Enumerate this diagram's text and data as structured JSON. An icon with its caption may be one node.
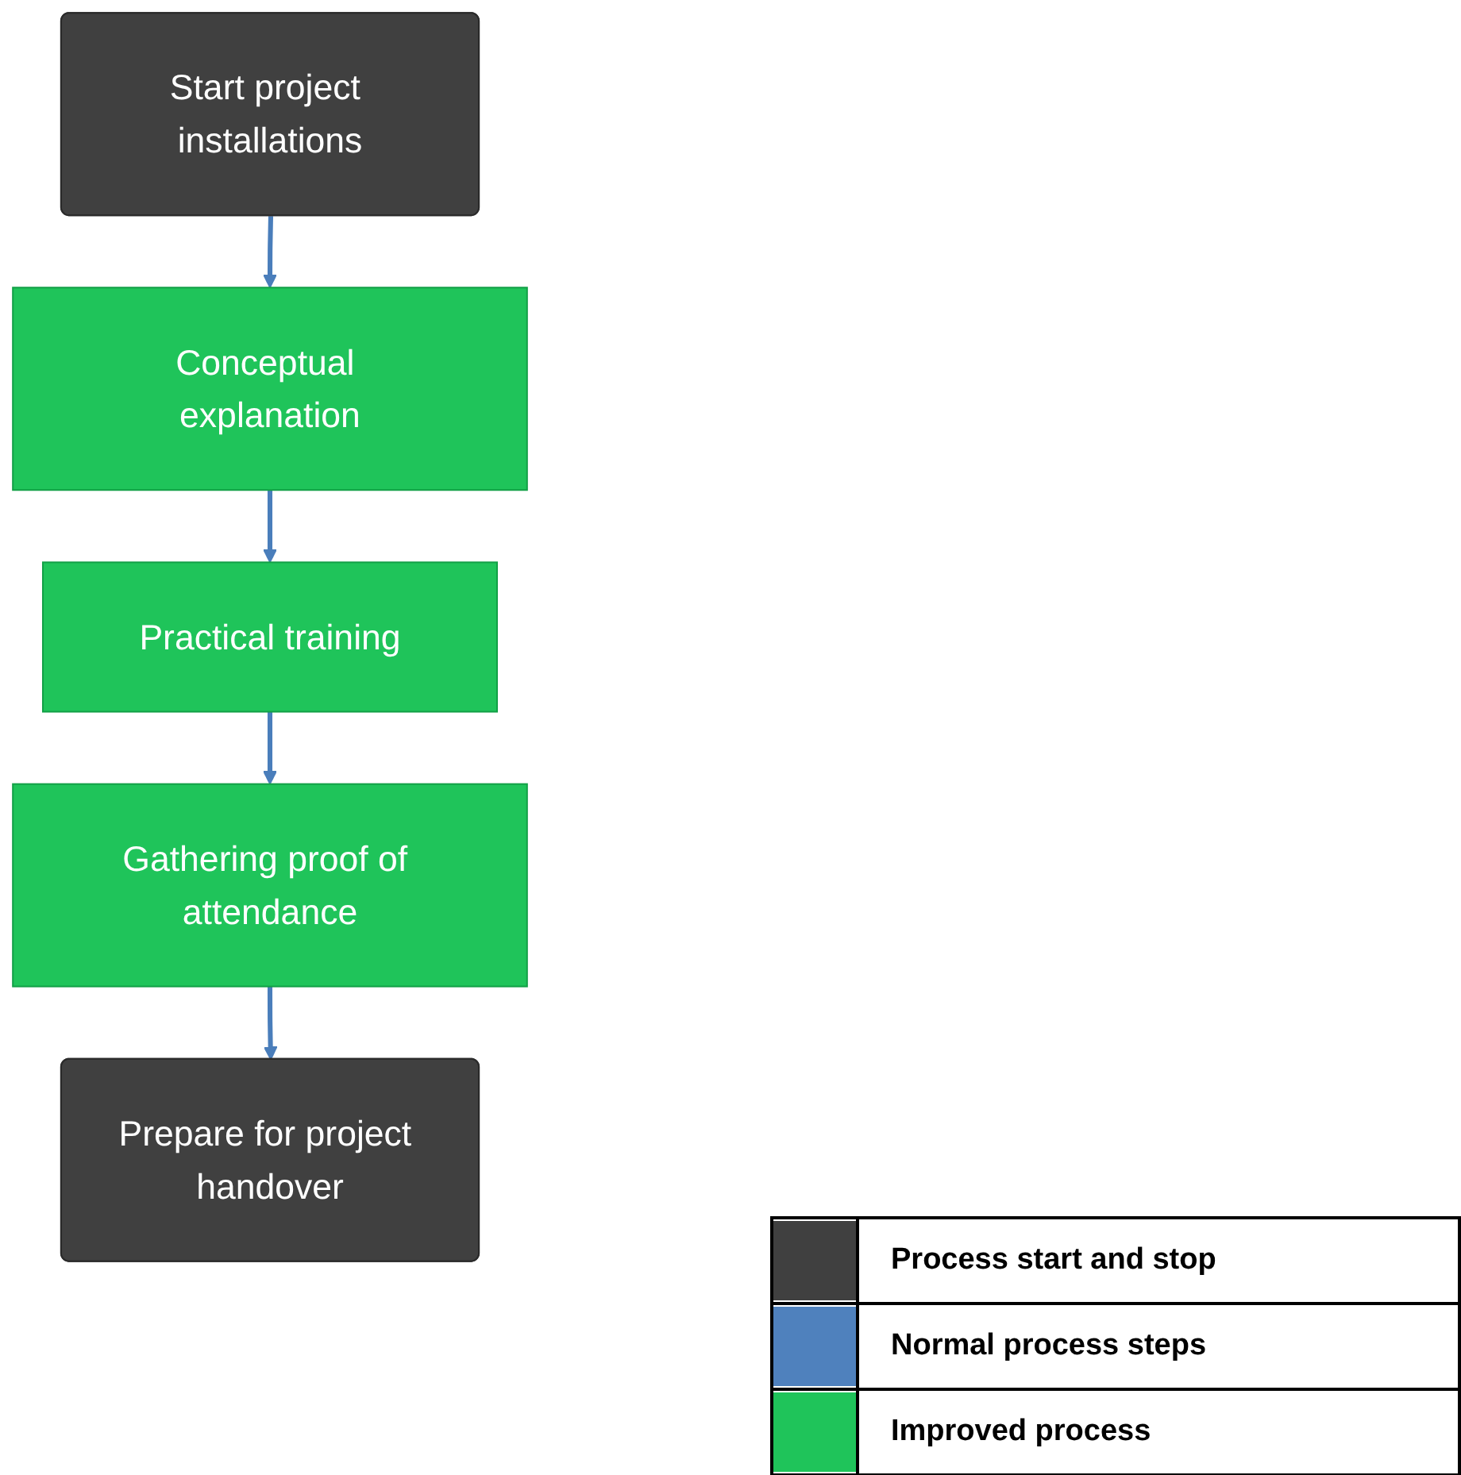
{
  "diagram": {
    "nodes": [
      {
        "text": [
          "Start project installations"
        ]
      },
      {
        "text": [
          "Conceptual explanation"
        ]
      },
      {
        "text": [
          "Practical training"
        ]
      },
      {
        "text": [
          "Gathering proof of attendance"
        ]
      },
      {
        "text": [
          "Prepare for project handover"
        ]
      }
    ],
    "edges": [
      {
        "from": 0,
        "to": 1,
        "arrow": "to"
      },
      {
        "from": 1,
        "to": 2,
        "arrow": "to"
      },
      {
        "from": 2,
        "to": 3,
        "arrow": "to"
      },
      {
        "from": 3,
        "to": 4,
        "arrow": "to"
      }
    ],
    "legend": [
      {
        "text": "Process start and stop",
        "color": "#404040"
      },
      {
        "text": "Normal process steps",
        "color": "#4f81bd"
      },
      {
        "text": "Improved process",
        "color": "#1fc45a"
      }
    ]
  }
}
